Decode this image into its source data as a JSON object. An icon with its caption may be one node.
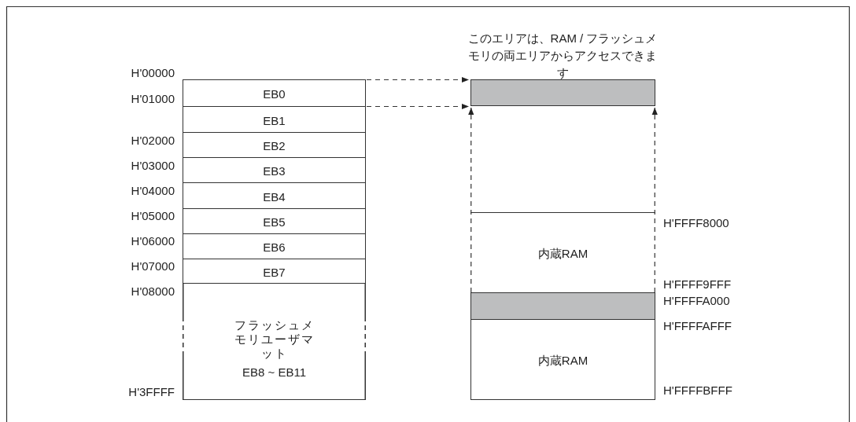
{
  "diagram": {
    "nodes": [
      {
        "text": [
          "EB0"
        ]
      },
      {
        "text": [
          "EB1"
        ]
      },
      {
        "text": [
          "EB2"
        ]
      },
      {
        "text": [
          "EB3"
        ]
      },
      {
        "text": [
          "EB4"
        ]
      },
      {
        "text": [
          "EB5"
        ]
      },
      {
        "text": [
          "EB6"
        ]
      },
      {
        "text": [
          "EB7"
        ]
      },
      {
        "text": [
          "フラッシュメモリユーザマット",
          "EB8 ~ EB11"
        ]
      },
      {
        "text": [],
        "shape": "box"
      },
      {
        "text": [
          "内蔵RAM"
        ]
      },
      {
        "text": [],
        "shape": "box"
      },
      {
        "text": [
          "内蔵RAM"
        ]
      }
    ],
    "edges": [
      {
        "from": 0,
        "to": 9,
        "arrow": "to",
        "style": "dashed"
      },
      {
        "from": 0,
        "to": 9,
        "arrow": "to",
        "style": "dashed"
      },
      {
        "from": 11,
        "to": 9,
        "arrow": "to",
        "style": "dashed"
      },
      {
        "from": 11,
        "to": 9,
        "arrow": "to",
        "style": "dashed"
      }
    ],
    "labels": [
      "このエリアは、RAM / フラッシュメモリの両エリアからアクセスできます",
      "H'00000",
      "H'01000",
      "H'02000",
      "H'03000",
      "H'04000",
      "H'05000",
      "H'06000",
      "H'07000",
      "H'08000",
      "H'3FFFF",
      "H'FFFF8000",
      "H'FFFF9FFF",
      "H'FFFFA000",
      "H'FFFFAFFF",
      "H'FFFFBFFF"
    ]
  }
}
